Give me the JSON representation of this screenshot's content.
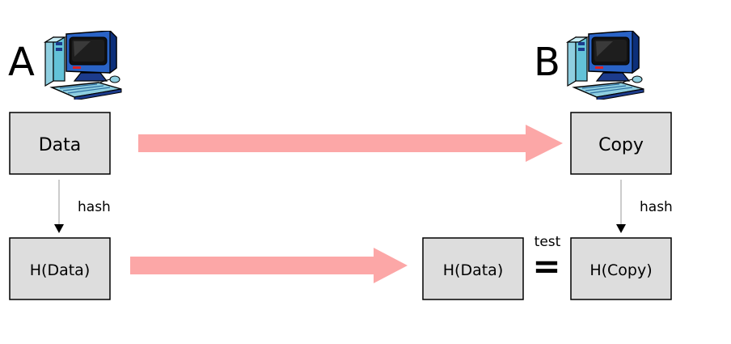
{
  "nodes": {
    "party_a": "A",
    "party_b": "B",
    "data": "Data",
    "copy": "Copy",
    "hash_data_a": "H(Data)",
    "hash_data_b": "H(Data)",
    "hash_copy": "H(Copy)"
  },
  "edges": {
    "hash_left": "hash",
    "hash_right": "hash",
    "test": "test",
    "equals": "="
  },
  "icons": {
    "computer_a": "computer-icon",
    "computer_b": "computer-icon"
  },
  "colors": {
    "box_fill": "#dddddd",
    "box_stroke": "#000000",
    "transfer_arrow": "#fca7a7",
    "hash_arrow": "#bbbbbb"
  }
}
